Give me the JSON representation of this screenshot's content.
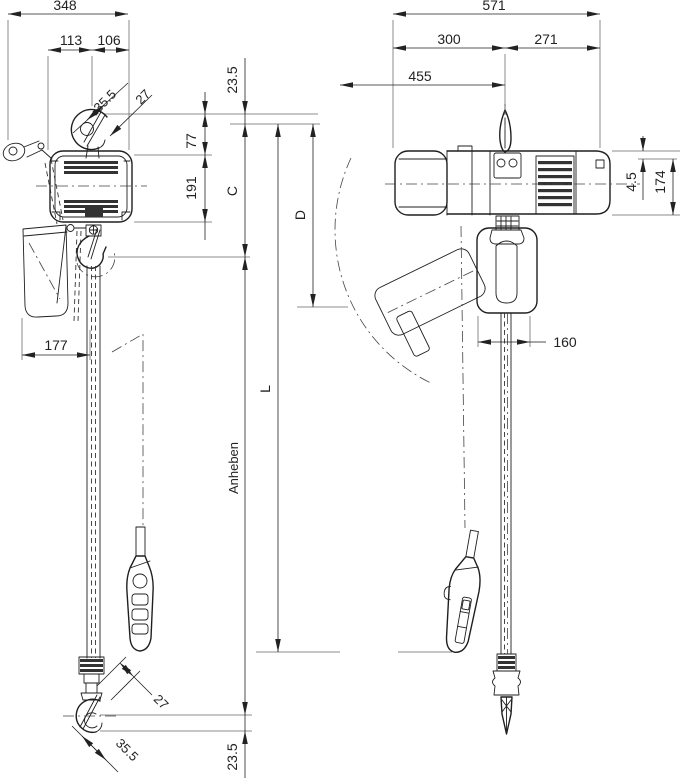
{
  "drawing": {
    "kind": "technical dimension drawing, electric chain hoist, two views",
    "units": "mm",
    "colors": {
      "background": "#ffffff",
      "line": "#1f1f1f",
      "dimension": "#222222"
    },
    "front": {
      "dims": {
        "overall_width": "348",
        "hook_left": "113",
        "hook_right": "106",
        "top_hook_opening": "35.5",
        "top_hook_throat": "27",
        "top_offset": "23.5",
        "hook_to_body": "77",
        "body_height": "191",
        "headroom": "C",
        "container_offset": "177",
        "lift_word": "Anheben",
        "lift_length": "L",
        "bottom_hook_throat": "27",
        "bottom_hook_opening": "35.5",
        "bottom_offset": "23.5"
      }
    },
    "side": {
      "dims": {
        "overall_length": "571",
        "hook_left": "300",
        "hook_right": "271",
        "swing_radius": "455",
        "top_gap": "4.5",
        "body_height": "174",
        "container_depth": "D",
        "container_width": "160"
      }
    }
  }
}
